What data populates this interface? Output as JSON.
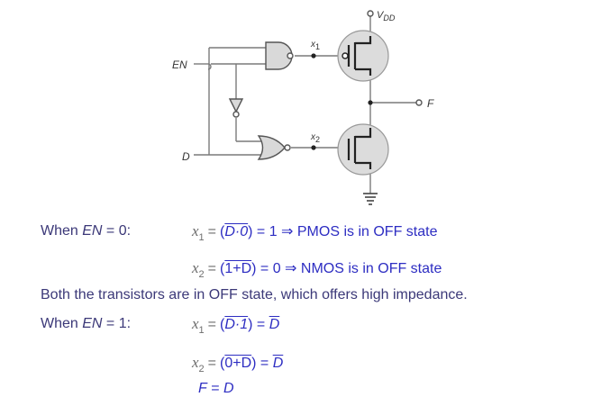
{
  "circuit": {
    "inputs": [
      {
        "id": "EN",
        "label": "EN"
      },
      {
        "id": "D",
        "label": "D"
      }
    ],
    "nodes": [
      {
        "id": "x1",
        "label": "x",
        "sub": "1"
      },
      {
        "id": "x2",
        "label": "x",
        "sub": "2"
      }
    ],
    "supply": {
      "label": "V",
      "sub": "DD"
    },
    "output": {
      "label": "F"
    },
    "gates": [
      "NAND",
      "NOT",
      "NOR"
    ],
    "transistors": [
      "PMOS",
      "NMOS"
    ],
    "colors": {
      "wire": "#7a7a7a",
      "gate_fill": "#d9d9d9",
      "transistor_fill": "#dcdcdc",
      "dark": "#222222"
    }
  },
  "analysis": {
    "case0": {
      "label_prefix": "When ",
      "label_var": "EN",
      "label_suffix": " = 0:",
      "eq1": {
        "lhs": "x",
        "lhs_sub": "1",
        "eq": "=",
        "open": "(",
        "over": "D·0",
        "close": ")",
        "rest": " = 1 ⇒ PMOS is in OFF state"
      },
      "eq2": {
        "lhs": "x",
        "lhs_sub": "2",
        "eq": "=",
        "open": "(",
        "over": "1+D",
        "close": ")",
        "rest": " = 0  ⇒ NMOS is in OFF state"
      }
    },
    "conclusion": "Both the transistors are in OFF state, which offers high impedance.",
    "case1": {
      "label_prefix": "When ",
      "label_var": "EN",
      "label_suffix": " = 1:",
      "eq1": {
        "lhs": "x",
        "lhs_sub": "1",
        "eq": "=",
        "open": "(",
        "over": "D·1",
        "close": ")",
        "rest": " = ",
        "result": "D"
      },
      "eq2": {
        "lhs": "x",
        "lhs_sub": "2",
        "eq": "=",
        "open": "(",
        "over": "0+D",
        "close": ")",
        "rest": " = ",
        "result": "D"
      },
      "final": {
        "lhs": "F",
        "eq": " = ",
        "rhs": "D"
      }
    },
    "colors": {
      "label": "#3b3878",
      "expression": "#2d2dc2",
      "variable": "#6e6e6e"
    }
  }
}
